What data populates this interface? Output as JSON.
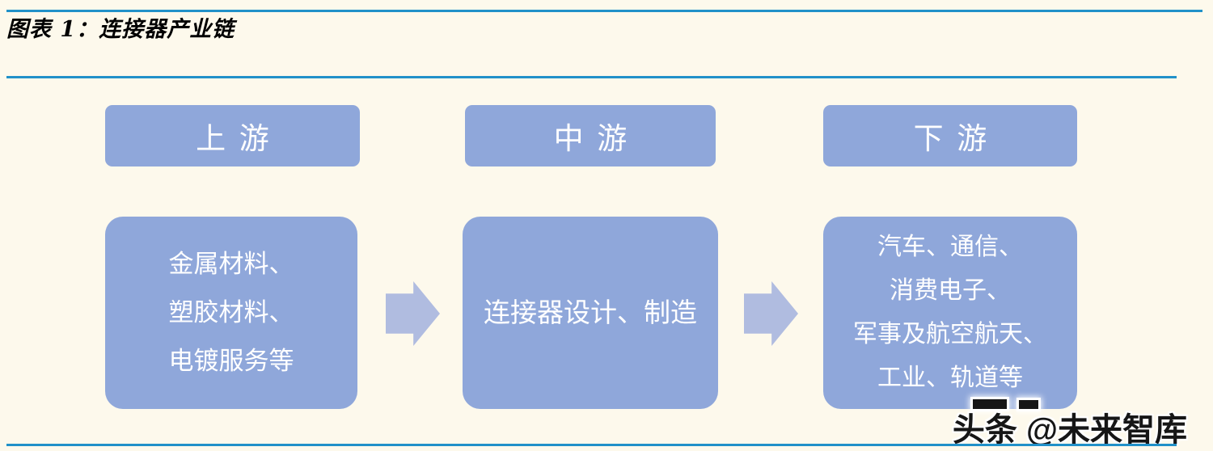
{
  "figure": {
    "title": "图表 1：连接器产业链"
  },
  "colors": {
    "background": "#fdf9ec",
    "rule": "#2191c9",
    "box_fill": "#8fa7da",
    "arrow_fill": "#b0bce0",
    "box_text": "#ffffff",
    "title_text": "#000000",
    "watermark_text": "#161616"
  },
  "chain": {
    "columns": [
      {
        "header": "上游",
        "lines": [
          "金属材料、",
          "塑胶材料、",
          "电镀服务等"
        ]
      },
      {
        "header": "中游",
        "lines": [
          "连接器设计、制造"
        ]
      },
      {
        "header": "下游",
        "lines": [
          "汽车、通信、",
          "消费电子、",
          "军事及航空航天、",
          "工业、轨道等"
        ]
      }
    ]
  },
  "watermark": {
    "text": "头条 @未来智库"
  }
}
